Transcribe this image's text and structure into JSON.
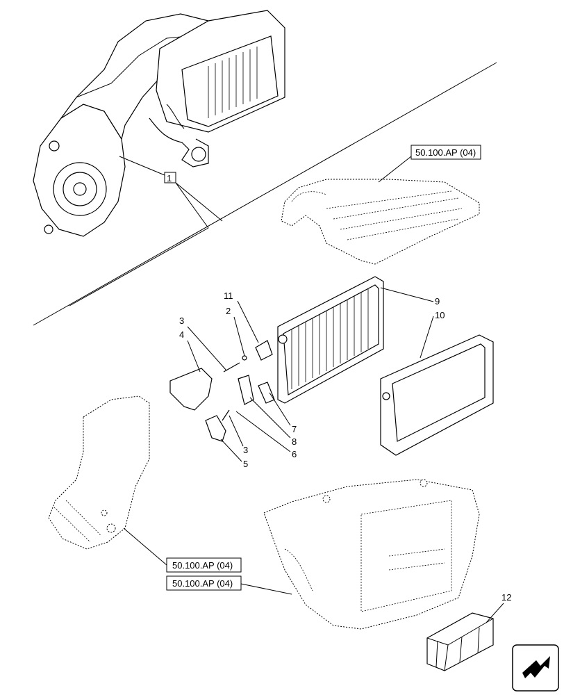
{
  "references": {
    "ref_top": "50.100.AP (04)",
    "ref_bottom_1": "50.100.AP (04)",
    "ref_bottom_2": "50.100.AP (04)",
    "item_1": "1"
  },
  "callouts": {
    "c2": "2",
    "c3a": "3",
    "c3b": "3",
    "c4": "4",
    "c5": "5",
    "c6": "6",
    "c7": "7",
    "c8": "8",
    "c9": "9",
    "c10": "10",
    "c11": "11",
    "c12": "12"
  },
  "icons": {
    "nav": "arrow-navigation-icon"
  }
}
